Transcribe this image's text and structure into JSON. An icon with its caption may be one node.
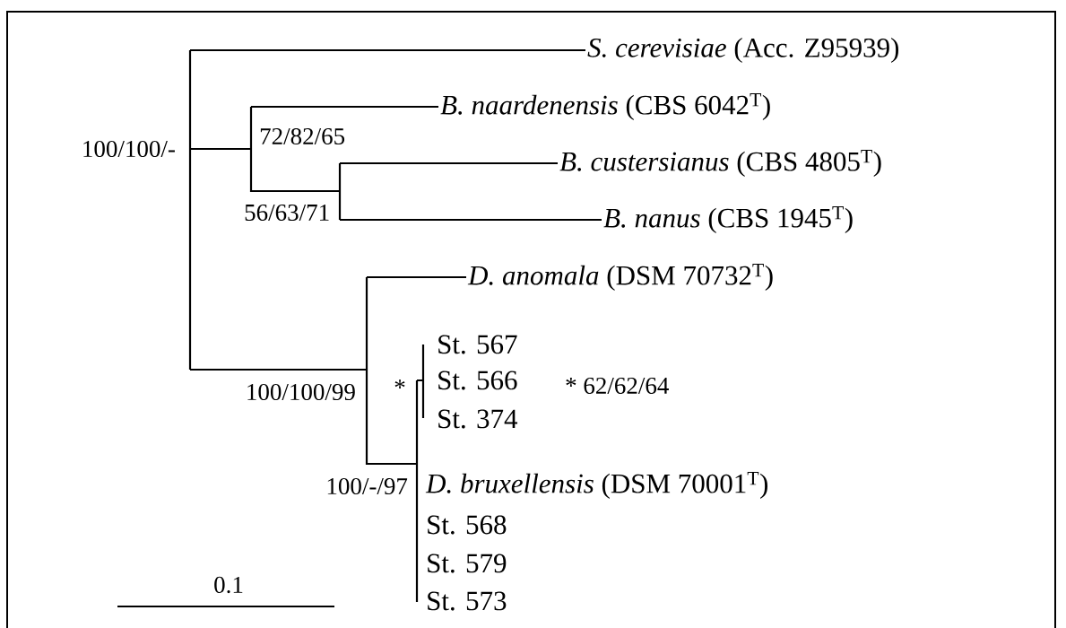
{
  "diagram": {
    "nodes": [
      {
        "text": [
          "*S. cerevisiae* (Acc. Z95939)"
        ]
      },
      {
        "text": [
          "*B. naardenensis* (CBS 6042$^{T}$)"
        ]
      },
      {
        "text": [
          "*B. custersianus* (CBS 4805$^{T}$)"
        ]
      },
      {
        "text": [
          "*B. nanus* (CBS 1945$^{T}$)"
        ]
      },
      {
        "text": [
          "*D. anomala* (DSM 70732$^{T}$)"
        ]
      },
      {
        "text": [
          "St. 567"
        ]
      },
      {
        "text": [
          "St. 566"
        ]
      },
      {
        "text": [
          "St. 374"
        ]
      },
      {
        "text": [
          "*D. bruxellensis* (DSM 70001$^{T}$)"
        ]
      },
      {
        "text": [
          "St. 568"
        ]
      },
      {
        "text": [
          "St. 579"
        ]
      },
      {
        "text": [
          "St. 573"
        ]
      }
    ],
    "edges": [
      {
        "from": null,
        "to": 0,
        "arrow": "none"
      },
      {
        "from": null,
        "to": 1,
        "arrow": "none"
      },
      {
        "from": null,
        "to": 2,
        "arrow": "none"
      },
      {
        "from": null,
        "to": 3,
        "arrow": "none"
      },
      {
        "from": null,
        "to": 4,
        "arrow": "none"
      }
    ],
    "labels": [
      "100/100/-",
      "72/82/65",
      "56/63/71",
      "100/100/99",
      "*",
      "* 62/62/64",
      "100/-/97",
      "0.1"
    ]
  }
}
